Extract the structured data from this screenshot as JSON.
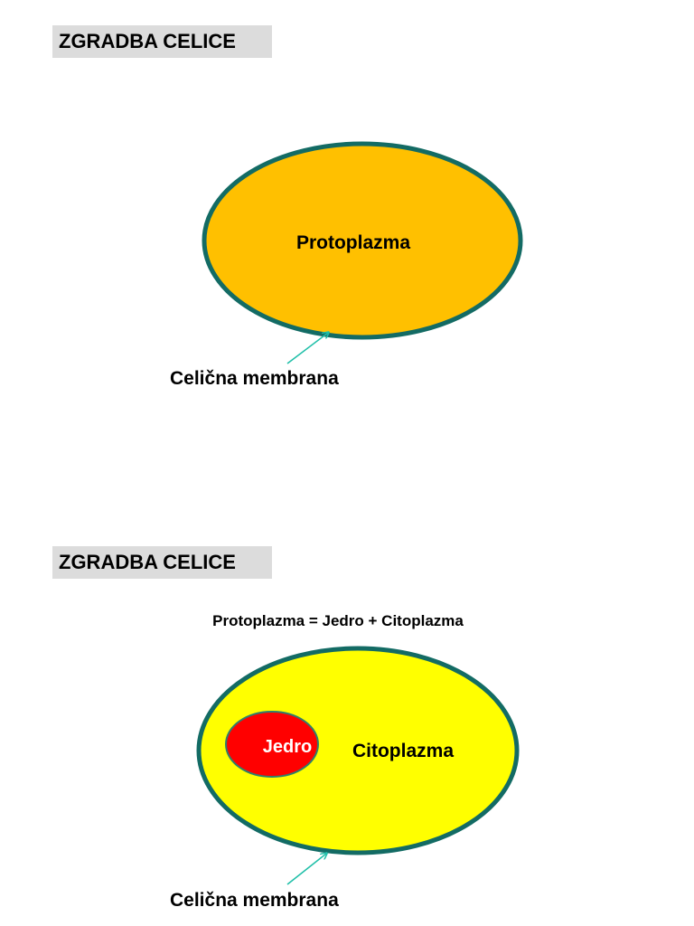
{
  "slide1": {
    "title": "ZGRADBA CELICE",
    "cell_label": "Protoplazma",
    "membrane_label": "Celična membrana"
  },
  "slide2": {
    "title": "ZGRADBA CELICE",
    "formula": "Protoplazma = Jedro + Citoplazma",
    "nucleus_label": "Jedro",
    "cytoplasm_label": "Citoplazma",
    "membrane_label": "Celična membrana"
  },
  "colors": {
    "title_background": "#dcdcdc",
    "membrane": "#136b64",
    "protoplasm_fill": "#ffc000",
    "cytoplasm_fill": "#ffff00",
    "nucleus_fill": "#ff0000",
    "arrow": "#1fbfa8"
  }
}
